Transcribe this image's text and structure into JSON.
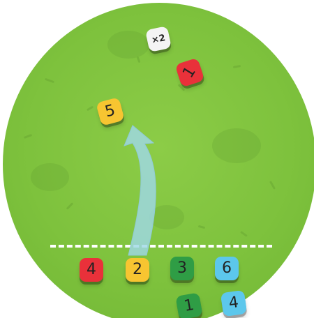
{
  "colors": {
    "field": "#7ec23d",
    "dashed_line": "#ffffff",
    "arrow": "#9fd8e6",
    "red": "#e9313a",
    "yellow": "#f7c531",
    "green": "#2f9d45",
    "blue": "#5cc7ec",
    "white": "#f4f4f4"
  },
  "field_dice": [
    {
      "label": "×2",
      "color": "white",
      "type": "multiplier"
    },
    {
      "label": "1",
      "color": "red"
    },
    {
      "label": "5",
      "color": "yellow"
    }
  ],
  "hand_dice": [
    {
      "label": "4",
      "color": "red"
    },
    {
      "label": "2",
      "color": "yellow"
    },
    {
      "label": "3",
      "color": "green"
    },
    {
      "label": "6",
      "color": "blue"
    },
    {
      "label": "1",
      "color": "green"
    },
    {
      "label": "4",
      "color": "blue"
    }
  ],
  "move_arrow": {
    "icon": "curved-up-arrow-icon",
    "from": "hand_dice.1",
    "to": "field_dice.2"
  }
}
